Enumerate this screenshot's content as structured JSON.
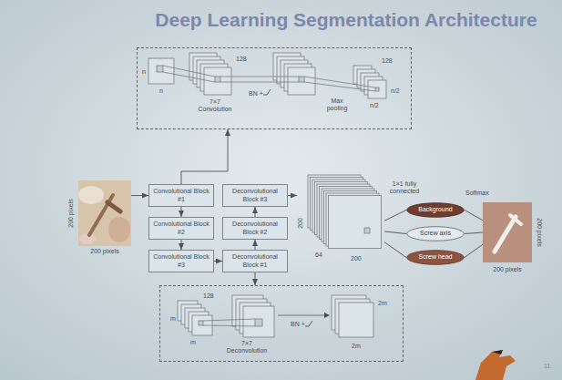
{
  "diagram": {
    "title": "Deep Learning Segmentation Architecture",
    "nodes": [
      {
        "text": [
          "n",
          "n",
          "7×7 Convolution",
          "128",
          "BN +",
          "128",
          "Max pooling",
          "n/2",
          "n/2"
        ]
      },
      {
        "text": [
          "200 pixels",
          "200 pixels"
        ]
      },
      {
        "text": [
          "Convolutional Block #1"
        ]
      },
      {
        "text": [
          "Deconvolutional Block #3"
        ]
      },
      {
        "text": [
          "Convolutional Block #2"
        ]
      },
      {
        "text": [
          "Deconvolutional Block #2"
        ]
      },
      {
        "text": [
          "Convolutional Block #3"
        ]
      },
      {
        "text": [
          "Deconvolutional Block #1"
        ]
      },
      {
        "text": [
          "200",
          "200",
          "64"
        ]
      },
      {
        "text": [
          "Background"
        ]
      },
      {
        "text": [
          "Screw axis"
        ]
      },
      {
        "text": [
          "Screw head"
        ]
      },
      {
        "text": [
          "200 pixels",
          "200 pixels"
        ]
      },
      {
        "text": [
          "m",
          "m",
          "128",
          "7×7 Deconvolution",
          "BN +",
          "2m",
          "2m"
        ]
      }
    ],
    "edges": [
      {
        "from": 1,
        "to": 2,
        "arrow": "to"
      },
      {
        "from": 2,
        "to": 0,
        "arrow": "to"
      },
      {
        "from": 2,
        "to": 4,
        "arrow": "to"
      },
      {
        "from": 4,
        "to": 6,
        "arrow": "to"
      },
      {
        "from": 6,
        "to": 7,
        "arrow": "to"
      },
      {
        "from": 7,
        "to": 5,
        "arrow": "to"
      },
      {
        "from": 5,
        "to": 3,
        "arrow": "to"
      },
      {
        "from": 3,
        "to": 8,
        "arrow": "to"
      },
      {
        "from": 7,
        "to": 13,
        "arrow": "to"
      },
      {
        "from": 8,
        "to": 9,
        "arrow": "none"
      },
      {
        "from": 8,
        "to": 10,
        "arrow": "none"
      },
      {
        "from": 8,
        "to": 11,
        "arrow": "none"
      },
      {
        "from": 9,
        "to": 12,
        "arrow": "none"
      },
      {
        "from": 10,
        "to": 12,
        "arrow": "none"
      },
      {
        "from": 11,
        "to": 12,
        "arrow": "none"
      }
    ],
    "labels": [
      "1×1 fully connected",
      "Softmax",
      "11"
    ]
  }
}
